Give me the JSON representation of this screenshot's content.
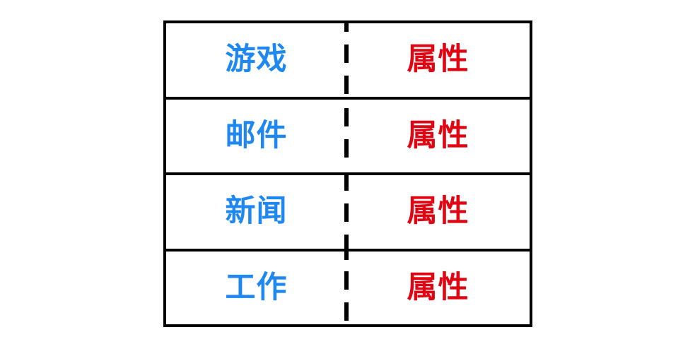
{
  "figure": {
    "type": "object-attribute-table",
    "background_color": "#ffffff",
    "border_color": "#000000",
    "object_color": "#1e87f0",
    "attribute_color": "#e00512",
    "divider_style": "dashed-vertical"
  },
  "table": {
    "columns": [
      {
        "key": "object",
        "role": "object-name"
      },
      {
        "key": "attribute",
        "role": "attribute-name"
      }
    ],
    "rows": [
      {
        "object": "游戏",
        "attribute": "属性"
      },
      {
        "object": "邮件",
        "attribute": "属性"
      },
      {
        "object": "新闻",
        "attribute": "属性"
      },
      {
        "object": "工作",
        "attribute": "属性"
      }
    ]
  }
}
